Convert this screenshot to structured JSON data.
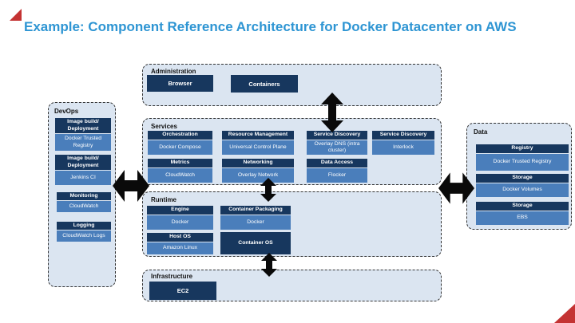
{
  "title": "Example: Component Reference Architecture for Docker Datacenter on AWS",
  "colors": {
    "title": "#2e95d3",
    "dark_navy": "#17375e",
    "medium_blue": "#4a7ebb",
    "zone_bg": "#dbe5f1",
    "accent_red": "#c43333",
    "arrow": "#0a0a0a"
  },
  "administration": {
    "label": "Administration",
    "browser_label": "Browser",
    "containers_label": "Containers"
  },
  "devops": {
    "label": "DevOps",
    "cards": [
      {
        "header": "Image build/ Deployment",
        "value": "Docker Trusted Registry"
      },
      {
        "header": "Image build/ Deployment",
        "value": "Jenkins CI"
      },
      {
        "header": "Monitoring",
        "value": "CloudWatch"
      },
      {
        "header": "Logging",
        "value": "CloudWatch Logs"
      }
    ]
  },
  "services": {
    "label": "Services",
    "cards": [
      {
        "header": "Orchestration",
        "value": "Docker Compose"
      },
      {
        "header": "Resource Management",
        "value": "Universal Control Plane"
      },
      {
        "header": "Service Discovery",
        "value": "Overlay DNS (intra cluster)"
      },
      {
        "header": "Service Discovery",
        "value": "Interlock"
      },
      {
        "header": "Metrics",
        "value": "CloudWatch"
      },
      {
        "header": "Networking",
        "value": "Overlay Network"
      },
      {
        "header": "Data Access",
        "value": "Flocker"
      }
    ]
  },
  "runtime": {
    "label": "Runtime",
    "cards": [
      {
        "header": "Engine",
        "value": "Docker"
      },
      {
        "header": "Container Packaging",
        "value": "Docker"
      },
      {
        "header": "Host OS",
        "value": "Amazon Linux"
      },
      {
        "header": "Container OS",
        "value": ""
      }
    ]
  },
  "infrastructure": {
    "label": "Infrastructure",
    "ec2_label": "EC2"
  },
  "data_panel": {
    "label": "Data",
    "cards": [
      {
        "header": "Registry",
        "value": "Docker Trusted Registry"
      },
      {
        "header": "Storage",
        "value": "Docker Volumes"
      },
      {
        "header": "Storage",
        "value": "EBS"
      }
    ]
  }
}
